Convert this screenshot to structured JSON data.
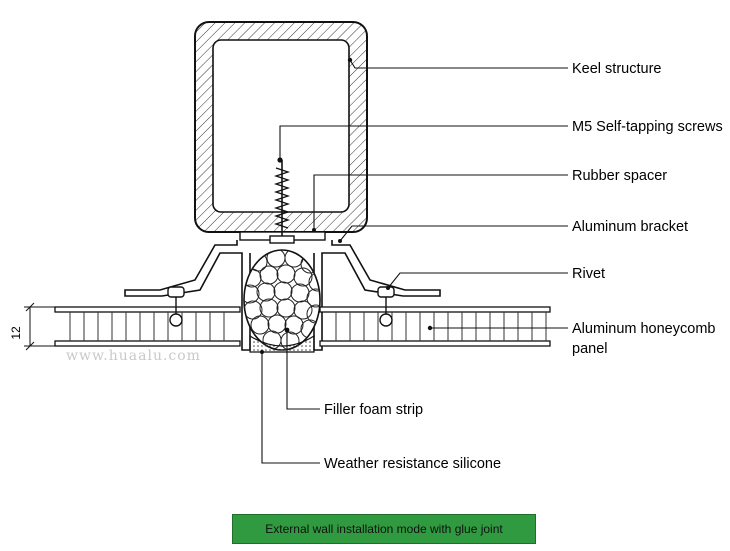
{
  "labels": {
    "keel_structure": "Keel structure",
    "self_tapping_screws": "M5 Self-tapping screws",
    "rubber_spacer": "Rubber spacer",
    "aluminum_bracket": "Aluminum bracket",
    "rivet": "Rivet",
    "honeycomb_line1": "Aluminum honeycomb",
    "honeycomb_line2": "panel",
    "filler_foam": "Filler foam strip",
    "weather_silicone": "Weather resistance silicone"
  },
  "dimension": {
    "thickness": "12"
  },
  "watermark": "www.huaalu.com",
  "caption": "External wall installation mode with glue joint",
  "colors": {
    "caption_bg": "#2f9a3f",
    "line": "#1a1a1a"
  }
}
